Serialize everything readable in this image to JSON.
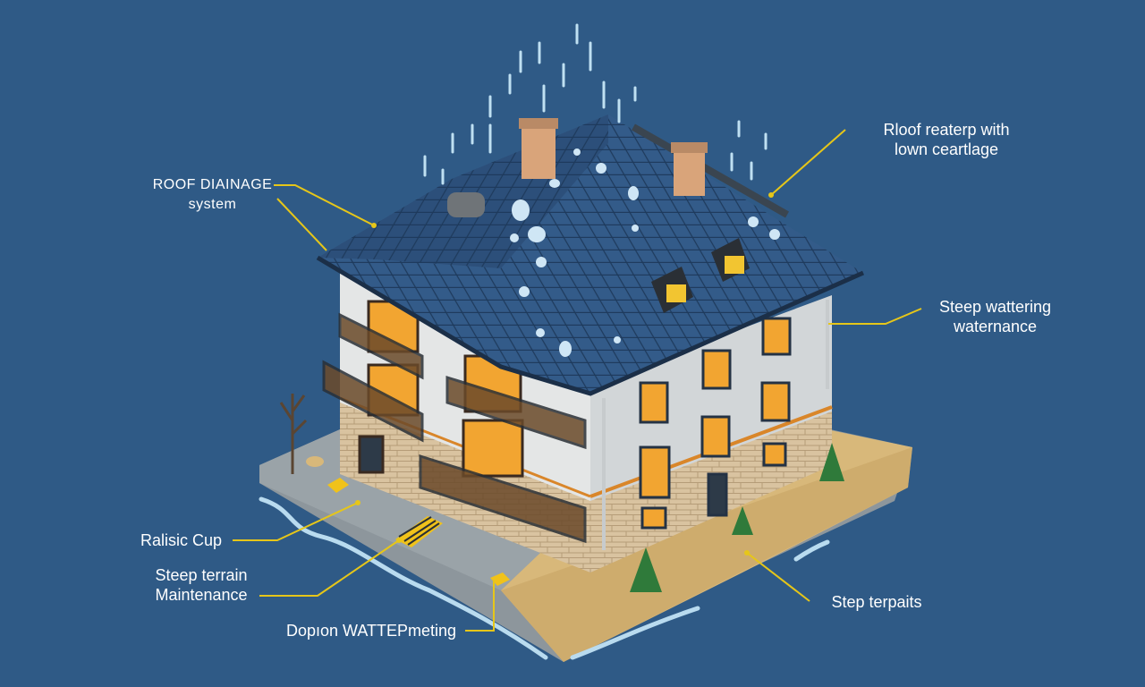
{
  "colors": {
    "background": "#2f5a86",
    "leader_line": "#e6c619",
    "roof": "#2c4f7a",
    "roof_tile_line": "#1e3a5c",
    "wall": "#e4e6e6",
    "wall_shade": "#c7cbcd",
    "stone": "#d9c3a0",
    "window_glow": "#f2a531",
    "trim": "#d9862a",
    "ground": "#d8b87a",
    "pavement": "#9aa3a8",
    "water": "#b9dbef"
  },
  "labels": {
    "roof_drainage": {
      "line1": "ROOF DIAINAGE",
      "line2": "system"
    },
    "roof_repair": {
      "line1": "Rloof reaterp with",
      "line2": "lown ceartlage"
    },
    "steep_watering": {
      "line1": "Steep wattering",
      "line2": "waternance"
    },
    "ralisic_cup": {
      "line1": "Ralisic Cup"
    },
    "steep_terrain": {
      "line1": "Steep terrain",
      "line2": "Maintenance"
    },
    "step_terpaits": {
      "line1": "Step terpaits"
    },
    "dopion": {
      "line1": "Dopıon WATTEРmeting"
    }
  },
  "icons": {
    "building": "house-illustration",
    "rain": "rain-drops",
    "tree_bare": "bare-tree-icon",
    "tree_pine": "pine-tree-icon"
  }
}
